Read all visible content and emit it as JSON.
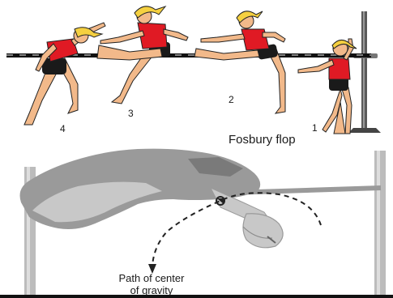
{
  "top_panel": {
    "title": "Fosbury flop",
    "phase_labels": [
      "1",
      "2",
      "3",
      "4"
    ]
  },
  "bottom_panel": {
    "path_label_line1": "Path of center",
    "path_label_line2": "of gravity"
  },
  "colors": {
    "skin": "#f2b98a",
    "shirt": "#e01a24",
    "shorts": "#1a1a1a",
    "hair": "#f5d040",
    "bar": "#111111",
    "standard": "#555555",
    "silhouette": "#9a9a9a",
    "silhouette_light": "#c8c8c8",
    "pole": "#bcbcbc"
  }
}
